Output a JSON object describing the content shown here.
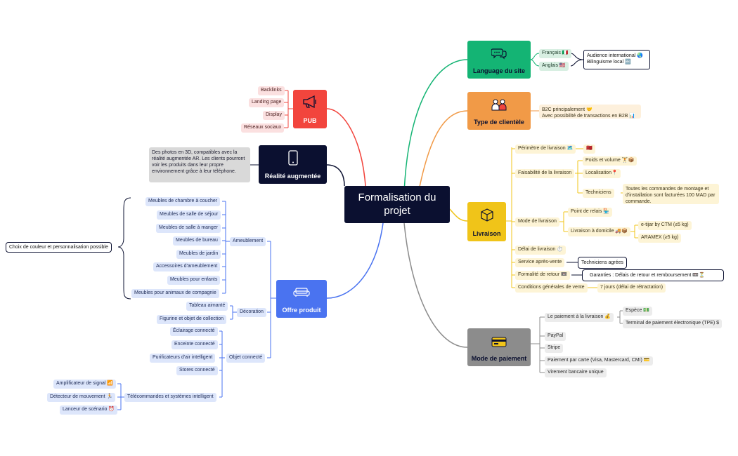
{
  "center": {
    "title_line1": "Formalisation du",
    "title_line2": "projet"
  },
  "language": {
    "title": "Language du site",
    "items": [
      "Français 🇮🇹",
      "Anglais 🇺🇸"
    ],
    "note_line1": "Audience international 🌏",
    "note_line2": "Bilinguisme local 🔤"
  },
  "clientele": {
    "title": "Type de clientèle",
    "note_line1": "B2C principalement 🤝",
    "note_line2": "Avec possibilité de transactions en B2B 📊"
  },
  "livraison": {
    "title": "Livraison",
    "perimetre": "Périmètre de livraison 🗺️",
    "perimetre_flag": "🇲🇦",
    "faisabilite": "Faisabilité de la livraison",
    "poids": "Poids et volume 🏋️📦",
    "localisation": "Localisation📍",
    "techniciens": "Techniciens",
    "techniciens_note": "Toutes les commandes de montage et d'installation sont facturées 100 MAD par commande.",
    "mode": "Mode de livraison",
    "point_relais": "Point de relais 🏪",
    "domicile": "Livraison à domicile 🚚📦",
    "etijar": "e-tijar by CTM (≤5 kg)",
    "aramex": "ARAMEX (≥5 kg)",
    "delai": "Délai de livraison ⏱️",
    "sav": "Service après-vente",
    "sav_note": "Techniciens agrées",
    "retour": "Formalité de retour 📼",
    "retour_note": "Garanties : Délais de retour et remboursement 📼⏳",
    "cgv": "Conditions générales de vente",
    "cgv_note": "7 jours (délai de rétractation)"
  },
  "paiement": {
    "title": "Mode de paiement",
    "livraison": "Le paiement à la livraison 💰",
    "espece": "Espèce 💵",
    "tpe": "Terminal de paiement électronique (TPE) $",
    "paypal": "PayPal",
    "stripe": "Stripe",
    "carte": "Paiement par carte (Visa, Mastercard, CMI) 💳",
    "virement": "Virement bancaire unique"
  },
  "pub": {
    "title": "PUB",
    "items": [
      "Backlinks",
      "Landing page",
      "Display",
      "Réseaux sociaux"
    ]
  },
  "ar": {
    "title": "Réalité augmentée",
    "note": "Des photos en 3D, compatibles avec la réalité augmentée AR. Les clients pourront voir les produits dans leur propre environnement grâce à leur téléphone."
  },
  "offre": {
    "title": "Offre produit",
    "ameublement": "Ameublement",
    "ameublement_items": [
      "Meubles de chambre à coucher",
      "Meubles de salle de séjour",
      "Meubles de salle à manger",
      "Meubles de bureau",
      "Meubles de jardin",
      "Accessoires d'ameublement",
      "Meubles pour enfants",
      "Meubles pour animaux de compagnie"
    ],
    "choix": "Choix de couleur et personnalisation possible",
    "decoration": "Décoration",
    "decoration_items": [
      "Tableau aimanté",
      "Figurine et objet de collection"
    ],
    "objet": "Objet connecté",
    "objet_items": [
      "Éclairage connecté",
      "Enceinte connecté",
      "Purificateurs d'air intelligent",
      "Stores connecté"
    ],
    "telecommandes": "Télécommandes et systèmes intelligent",
    "tele_items": [
      "Amplificateur de signal 📶",
      "Détecteur de mouvement 🏃",
      "Lanceur de scénario ⏰"
    ]
  },
  "colors": {
    "center": "#0b1030",
    "language": "#14b474",
    "clientele": "#f19a47",
    "livraison": "#f0c419",
    "paiement": "#8c8c8c",
    "pub": "#f2453d",
    "ar": "#0b1030",
    "offre": "#4a73f0"
  }
}
